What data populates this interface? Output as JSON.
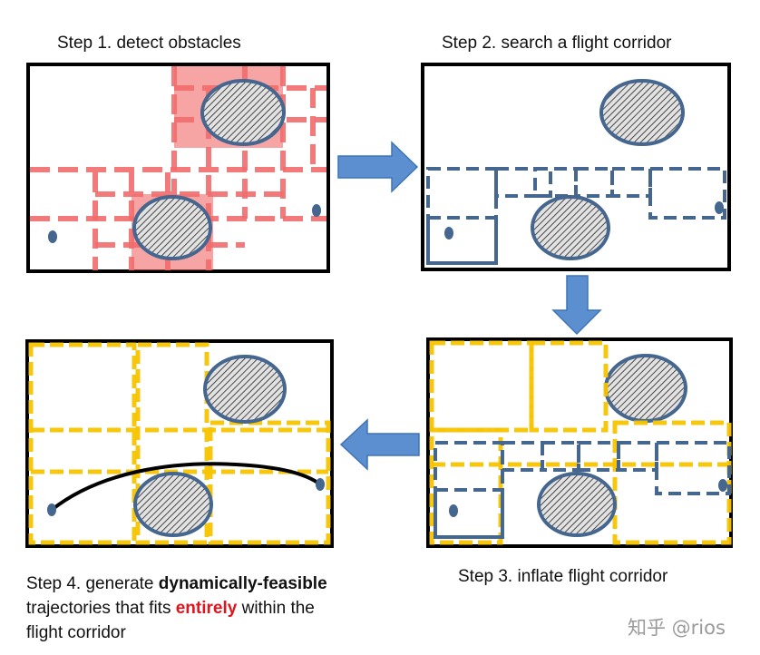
{
  "steps": [
    {
      "label": "Step 1. detect obstacles"
    },
    {
      "label": "Step 2. search a flight corridor"
    },
    {
      "label": "Step 3. inflate flight corridor"
    },
    {
      "label_prefix": "Step 4. generate ",
      "label_bold": "dynamically-feasible",
      "label_line2_prefix": "trajectories that fits ",
      "label_highlight": "entirely",
      "label_line2_suffix": " within the",
      "label_line3": "flight corridor"
    }
  ],
  "watermark": "知乎 @rios",
  "colors": {
    "obstacle_fill": "#d8d8d8",
    "obstacle_stroke": "#44668f",
    "detect_box": "#f05a5a",
    "corridor_box": "#44668f",
    "inflated_box": "#f5c400",
    "arrow": "#5b8fd0",
    "highlight_text": "#e0141e",
    "trajectory": "#000000"
  },
  "icons": [
    "arrow-right-icon",
    "arrow-down-icon",
    "arrow-left-icon"
  ]
}
